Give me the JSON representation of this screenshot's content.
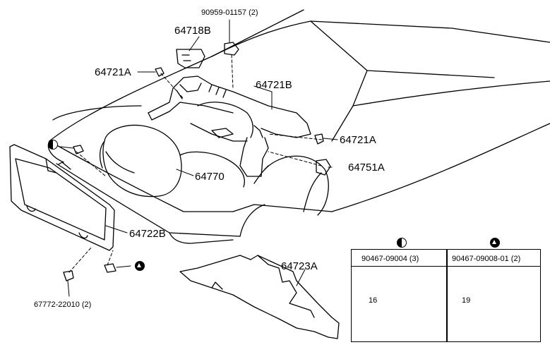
{
  "parts": {
    "p90959": "90959-01157 (2)",
    "p64718B": "64718B",
    "p64721A_top": "64721A",
    "p64721B": "64721B",
    "p64721A_right": "64721A",
    "p64751A": "64751A",
    "p64770": "64770",
    "p64722B": "64722B",
    "p64723A": "64723A",
    "p67772": "67772-22010 (2)"
  },
  "legend": {
    "half_circle_part": "90467-09004 (3)",
    "triangle_part": "90467-09008-01 (2)",
    "half_circle_dim": "16",
    "triangle_dim": "19"
  },
  "symbols": {
    "half_circle": "half-filled-circle-icon",
    "triangle": "triangle-in-circle-icon"
  }
}
